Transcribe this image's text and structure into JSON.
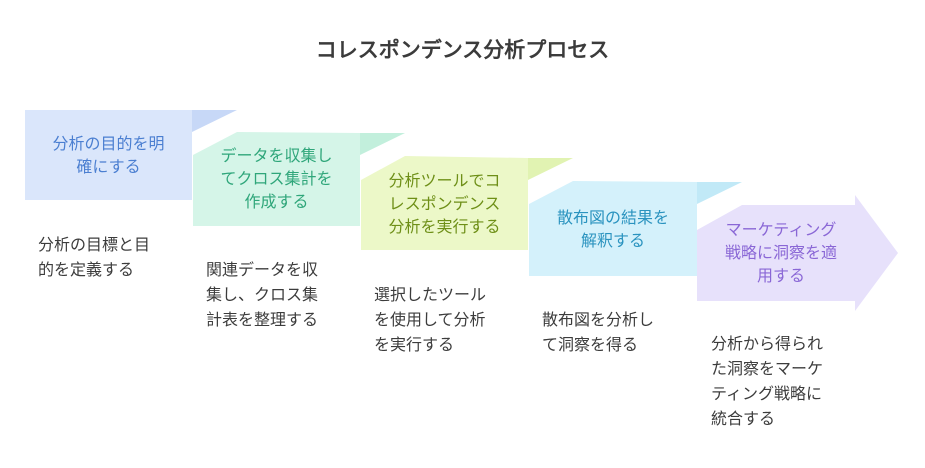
{
  "title": "コレスポンデンス分析プロセス",
  "steps": [
    {
      "label_lines": [
        "分析の目的を明",
        "確にする"
      ],
      "desc_lines": [
        "分析の目標と目",
        "的を定義する"
      ],
      "fill": "#dae6fb",
      "tab": "#c7d8f7",
      "text_color": "#4b7fd1"
    },
    {
      "label_lines": [
        "データを収集し",
        "てクロス集計を",
        "作成する"
      ],
      "desc_lines": [
        "関連データを収",
        "集し、クロス集",
        "計表を整理する"
      ],
      "fill": "#d5f5e8",
      "tab": "#c2efdc",
      "text_color": "#2fa67a"
    },
    {
      "label_lines": [
        "分析ツールでコ",
        "レスポンデンス",
        "分析を実行する"
      ],
      "desc_lines": [
        "選択したツール",
        "を使用して分析",
        "を実行する"
      ],
      "fill": "#ecf8c8",
      "tab": "#e1f3b2",
      "text_color": "#6e8f17"
    },
    {
      "label_lines": [
        "散布図の結果を",
        "解釈する"
      ],
      "desc_lines": [
        "散布図を分析し",
        "て洞察を得る"
      ],
      "fill": "#d4f1fb",
      "tab": "#c1e9f7",
      "text_color": "#2a93bf"
    },
    {
      "label_lines": [
        "マーケティング",
        "戦略に洞察を適",
        "用する"
      ],
      "desc_lines": [
        "分析から得られ",
        "た洞察をマーケ",
        "ティング戦略に",
        "統合する"
      ],
      "fill": "#e7e1fb",
      "tab": "#dcd3f8",
      "text_color": "#8a67d6"
    }
  ]
}
